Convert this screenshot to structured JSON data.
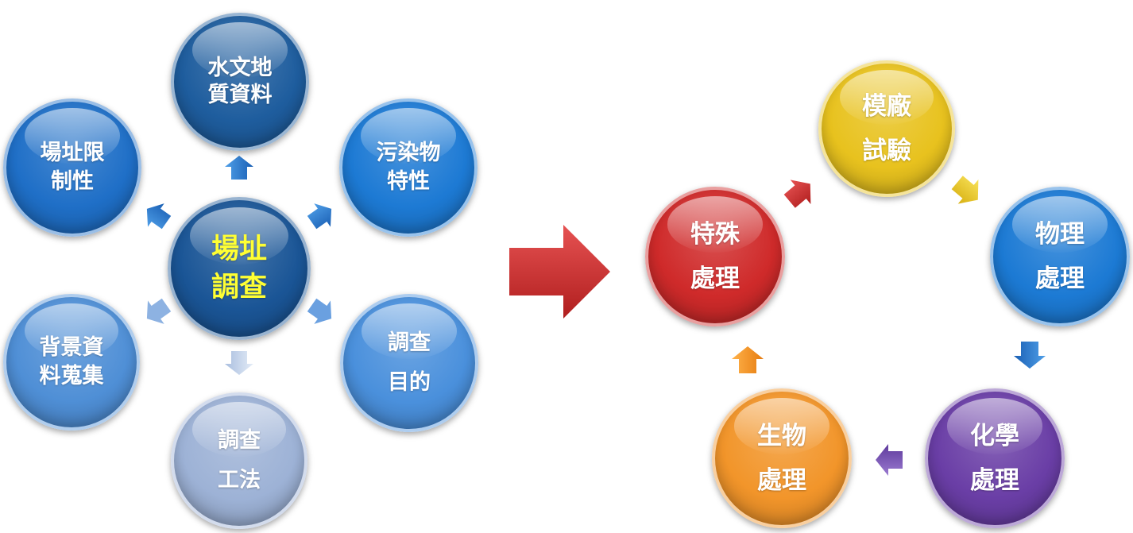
{
  "left_cycle": {
    "center": {
      "lines": [
        "場址",
        "調查"
      ],
      "text_color": "#ffff33",
      "fill": "#1a5596"
    },
    "nodes": [
      {
        "id": "hydrogeology",
        "lines": [
          "水文地",
          "質資料"
        ],
        "fill": "#1e5d9e"
      },
      {
        "id": "pollutant",
        "lines": [
          "污染物",
          "特性"
        ],
        "fill": "#1d7ad4"
      },
      {
        "id": "purpose",
        "lines": [
          "調查",
          "目的"
        ],
        "fill": "#4a90dc"
      },
      {
        "id": "method",
        "lines": [
          "調查",
          "工法"
        ],
        "fill": "#9db2d6"
      },
      {
        "id": "background",
        "lines": [
          "背景資",
          "料蒐集"
        ],
        "fill": "#4f8fd6"
      },
      {
        "id": "constraints",
        "lines": [
          "場址限",
          "制性"
        ],
        "fill": "#1f6fc7"
      }
    ]
  },
  "right_cycle": {
    "nodes": [
      {
        "id": "pilot",
        "lines": [
          "模廠",
          "試驗"
        ],
        "fill": "#e8c21e"
      },
      {
        "id": "physical",
        "lines": [
          "物理",
          "處理"
        ],
        "fill": "#1c7ad4"
      },
      {
        "id": "chemical",
        "lines": [
          "化學",
          "處理"
        ],
        "fill": "#6a3ea6"
      },
      {
        "id": "biological",
        "lines": [
          "生物",
          "處理"
        ],
        "fill": "#f2952a"
      },
      {
        "id": "special",
        "lines": [
          "特殊",
          "處理"
        ],
        "fill": "#cf2a2a"
      }
    ]
  },
  "connector_color": "#d03030"
}
